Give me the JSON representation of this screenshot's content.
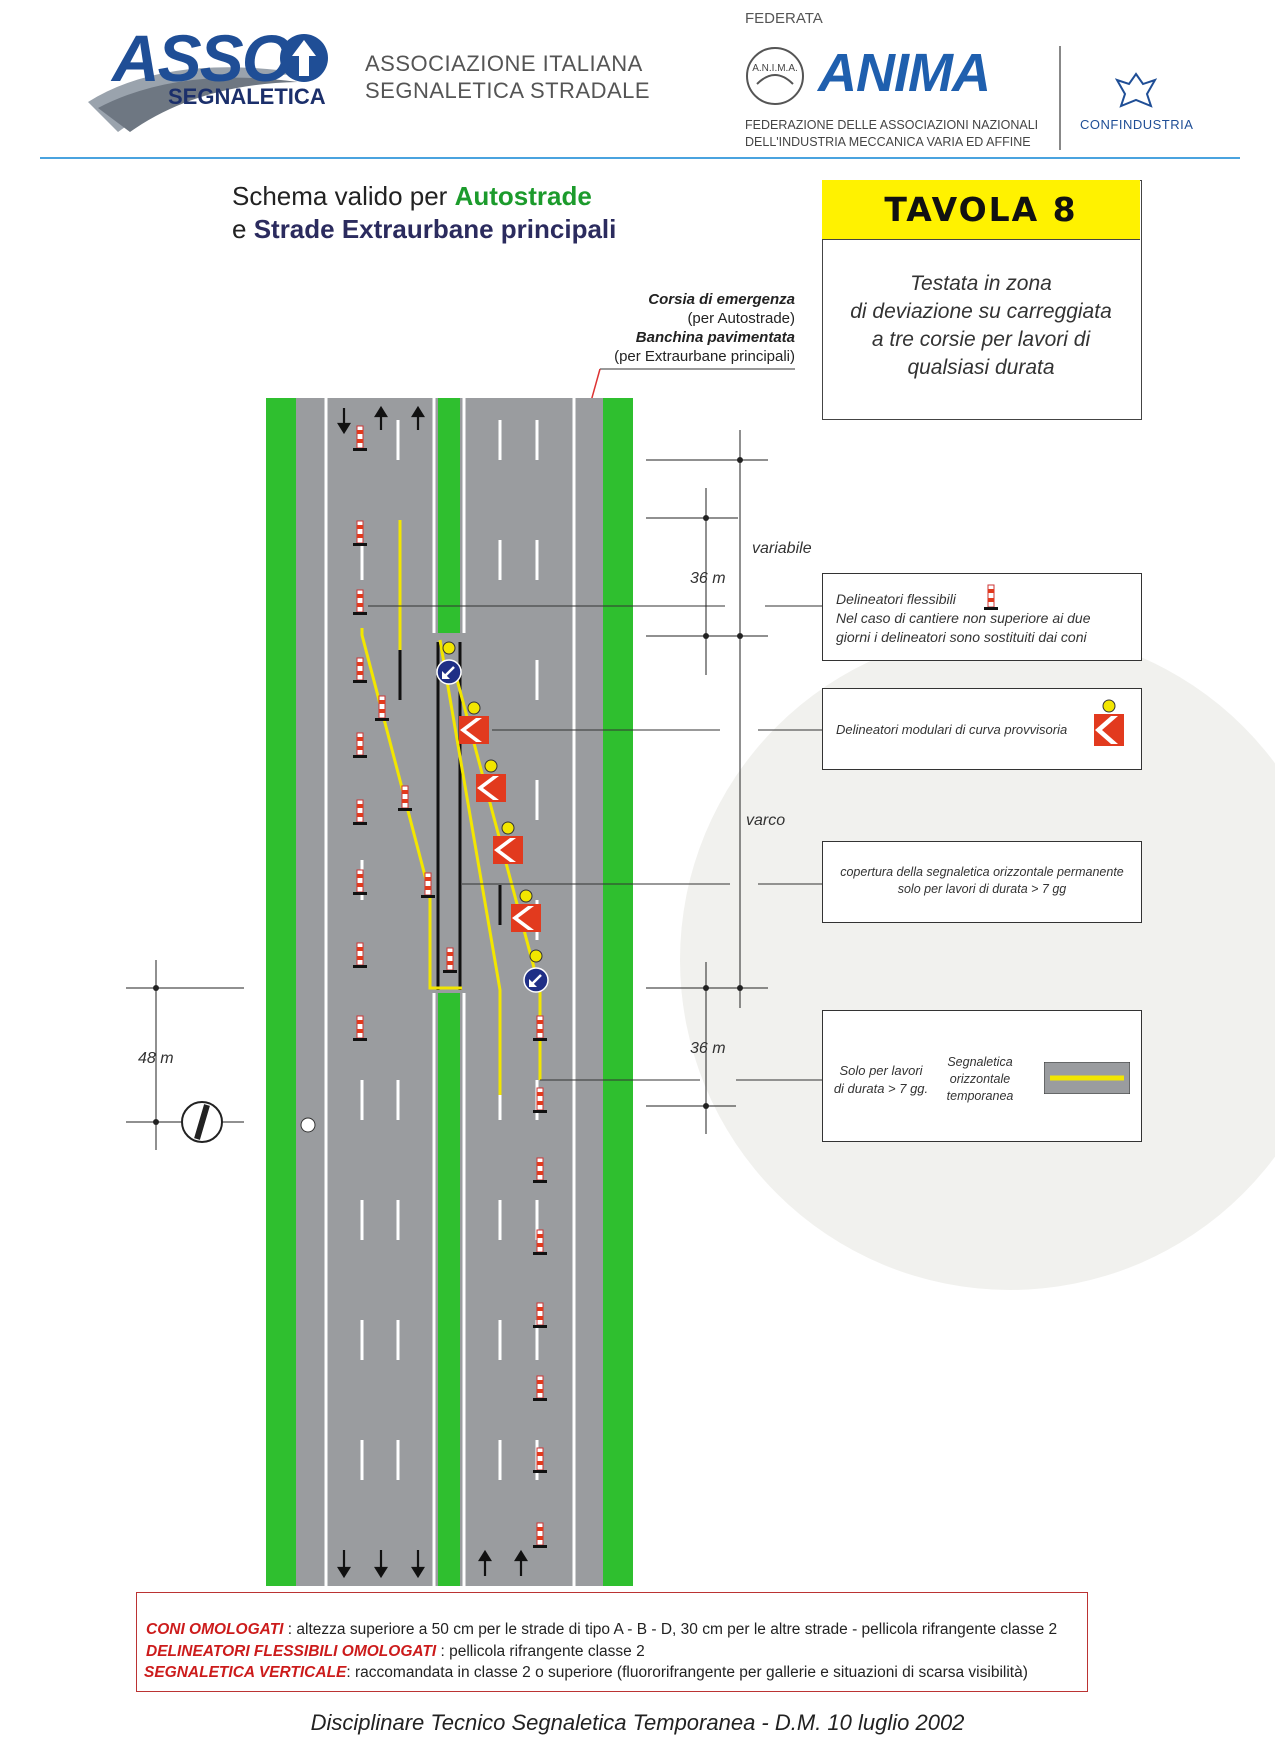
{
  "header": {
    "asso_logo": "ASSO",
    "asso_logo_sub": "SEGNALETICA",
    "association_name_1": "ASSOCIAZIONE ITALIANA",
    "association_name_2": "SEGNALETICA STRADALE",
    "federata": "FEDERATA",
    "anima_seal": "A.N.I.M.A.",
    "anima_logo": "ANIMA",
    "anima_sub_1": "FEDERAZIONE DELLE ASSOCIAZIONI NAZIONALI",
    "anima_sub_2": "DELL'INDUSTRIA MECCANICA VARIA ED AFFINE",
    "confindustria": "CONFINDUSTRIA"
  },
  "schema": {
    "line1_prefix": "Schema valido per ",
    "line1_highlight": "Autostrade",
    "line2_prefix": "e ",
    "line2_highlight": "Strade Extraurbane principali"
  },
  "tavola": {
    "title": "TAVOLA  8",
    "desc_1": "Testata in zona",
    "desc_2": "di deviazione su carreggiata",
    "desc_3": "a tre corsie per lavori di",
    "desc_4": "qualsiasi durata"
  },
  "corsia": {
    "l1": "Corsia di emergenza",
    "l2": "(per Autostrade)",
    "l3": "Banchina pavimentata",
    "l4": "(per Extraurbane principali)"
  },
  "dimensions": {
    "variabile": "variabile",
    "d36_top": "36 m",
    "varco": "varco",
    "d36_bottom": "36 m",
    "d48": "48 m"
  },
  "legend": {
    "delineatori_1": "Delineatori flessibili",
    "delineatori_2": "Nel caso di cantiere non superiore ai due",
    "delineatori_3": "giorni i delineatori sono sostituiti dai coni",
    "modulari": "Delineatori modulari di curva provvisoria",
    "copertura_1": "copertura della segnaletica orizzontale permanente",
    "copertura_2": "solo per lavori di durata > 7 gg",
    "solo_1": "Solo per lavori",
    "solo_2": "di durata > 7 gg.",
    "segn_1": "Segnaletica",
    "segn_2": "orizzontale",
    "segn_3": "temporanea"
  },
  "footer": {
    "coni_label": "CONI OMOLOGATI",
    "coni_text": " : altezza superiore a 50 cm per le strade di tipo A - B - D, 30 cm per le altre strade - pellicola rifrangente classe 2",
    "deli_label": "DELINEATORI FLESSIBILI OMOLOGATI",
    "deli_text": " :  pellicola rifrangente classe 2",
    "segn_label": "SEGNALETICA VERTICALE",
    "segn_text": ": raccomandata in classe 2 o superiore (fluororifrangente per gallerie e situazioni di scarsa visibilità)",
    "disciplinare": "Disciplinare Tecnico Segnaletica Temporanea - D.M.  10 luglio 2002"
  },
  "colors": {
    "verge_green": "#2fbf2f",
    "road_gray": "#9a9c9f",
    "temp_marking_yellow": "#f2e600",
    "title_yellow": "#fff200",
    "keep_sign_blue": "#1f2f86",
    "chevron_red": "#e23a1e"
  }
}
